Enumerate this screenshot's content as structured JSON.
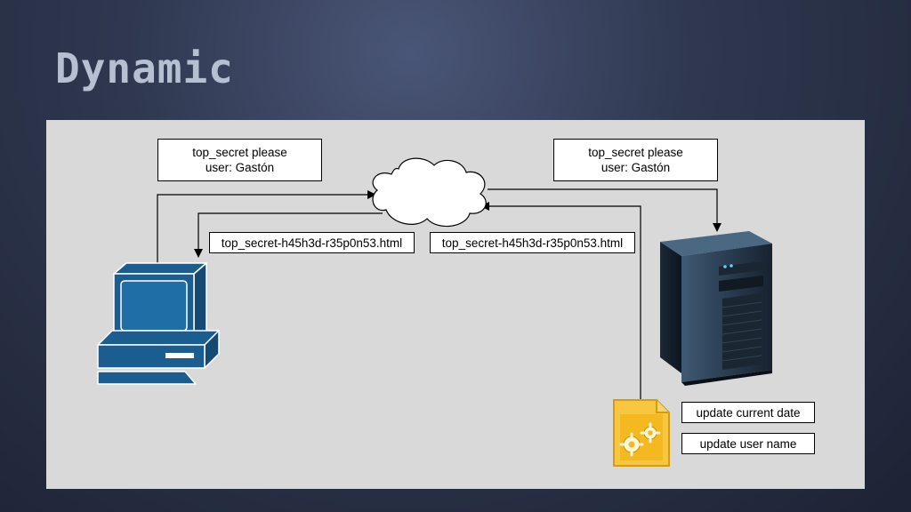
{
  "slide": {
    "title": "Dynamic"
  },
  "diagram": {
    "request_left": {
      "line1": "top_secret please",
      "line2": "user: Gastón"
    },
    "request_right": {
      "line1": "top_secret please",
      "line2": "user: Gastón"
    },
    "response_left": "top_secret-h45h3d-r35p0n53.html",
    "response_right": "top_secret-h45h3d-r35p0n53.html",
    "script_step_1": "update current date",
    "script_step_2": "update user name"
  },
  "colors": {
    "panel": "#d9d9d9",
    "computer": "#1a5d8e",
    "script_icon": "#f2b21c",
    "server": "#2c3e52"
  },
  "icons": [
    "cloud-icon",
    "computer-icon",
    "server-icon",
    "script-gears-icon"
  ]
}
